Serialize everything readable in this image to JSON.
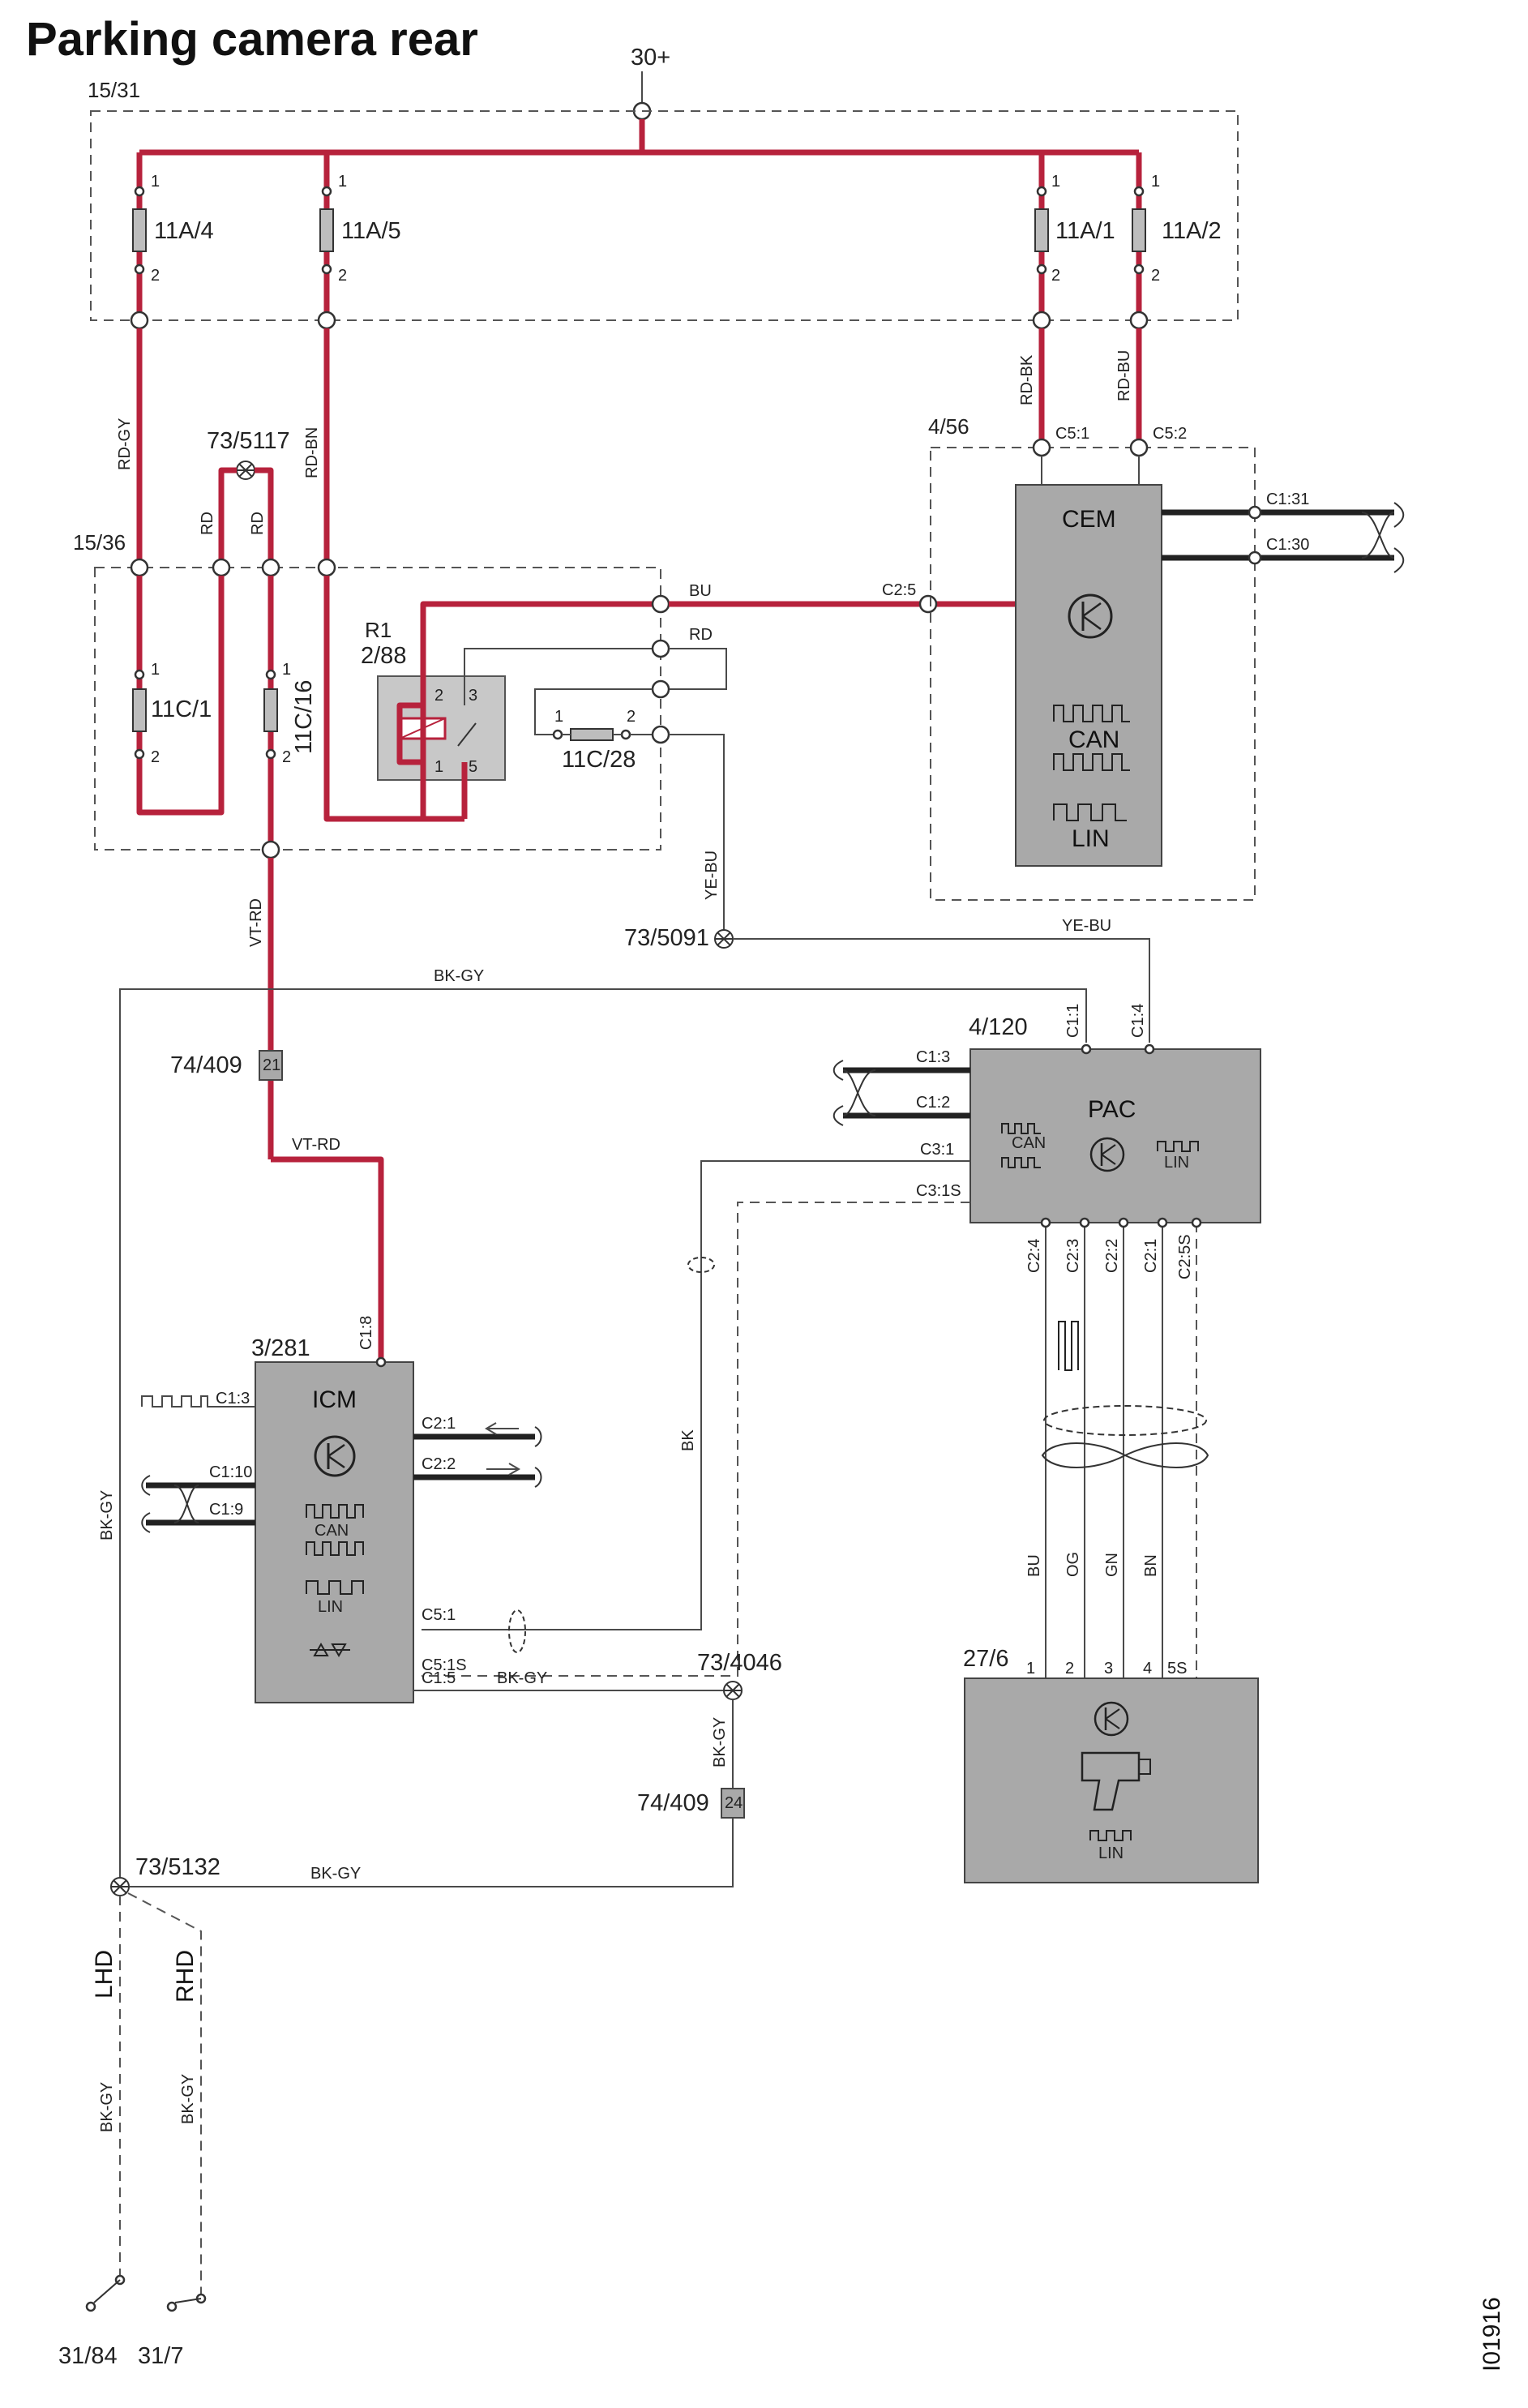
{
  "title": "Parking camera rear",
  "doc_id": "I01916",
  "colors": {
    "power_wire": "#b7223c",
    "module_fill": "#a9a9a9"
  },
  "supply": "30+",
  "boxes": {
    "fuse_box_top": "15/31",
    "fuse_box_mid": "15/36",
    "cem_box": "4/56"
  },
  "fuses": {
    "f1": "11A/4",
    "f2": "11A/5",
    "f3": "11A/1",
    "f4": "11A/2",
    "f5": "11C/1",
    "f6": "11C/16",
    "f7": "11C/28"
  },
  "relay": {
    "ref": "R1",
    "id": "2/88"
  },
  "splices": {
    "s1": "73/5117",
    "s2": "73/5091",
    "s3": "73/4046",
    "s4": "73/5132"
  },
  "connectors": {
    "c1": "74/409",
    "c2": "74/409",
    "c1_pin": "21",
    "c2_pin": "24"
  },
  "modules": {
    "cem": {
      "id": "4/56",
      "name": "CEM",
      "can": "CAN",
      "lin": "LIN"
    },
    "pac": {
      "id": "4/120",
      "name": "PAC",
      "can": "CAN",
      "lin": "LIN"
    },
    "icm": {
      "id": "3/281",
      "name": "ICM",
      "can": "CAN",
      "lin": "LIN"
    },
    "camera": {
      "id": "27/6",
      "lin": "LIN"
    }
  },
  "wire_colors": {
    "rd_gy": "RD-GY",
    "rd_bn": "RD-BN",
    "rd_bk": "RD-BK",
    "rd_bu": "RD-BU",
    "rd": "RD",
    "bu": "BU",
    "ye_bu": "YE-BU",
    "vt_rd": "VT-RD",
    "bk_gy": "BK-GY",
    "bk": "BK",
    "og": "OG",
    "gn": "GN",
    "bn": "BN"
  },
  "pins": {
    "cem_c51": "C5:1",
    "cem_c52": "C5:2",
    "cem_c131": "C1:31",
    "cem_c130": "C1:30",
    "cem_c25": "C2:5",
    "pac_c11": "C1:1",
    "pac_c14": "C1:4",
    "pac_c13": "C1:3",
    "pac_c12": "C1:2",
    "pac_c31": "C3:1",
    "pac_c31s": "C3:1S",
    "pac_c24": "C2:4",
    "pac_c23": "C2:3",
    "pac_c22": "C2:2",
    "pac_c21": "C2:1",
    "pac_c25s": "C2:5S",
    "icm_c18": "C1:8",
    "icm_c13": "C1:3",
    "icm_c110": "C1:10",
    "icm_c19": "C1:9",
    "icm_c21": "C2:1",
    "icm_c22": "C2:2",
    "icm_c51": "C5:1",
    "icm_c51s": "C5:1S",
    "icm_c15": "C1:5",
    "cam_1": "1",
    "cam_2": "2",
    "cam_3": "3",
    "cam_4": "4",
    "cam_5s": "5S",
    "n1": "1",
    "n2": "2",
    "n3": "3",
    "n5": "5"
  },
  "ground": {
    "lhd": "LHD",
    "rhd": "RHD",
    "g1": "31/84",
    "g2": "31/7"
  }
}
